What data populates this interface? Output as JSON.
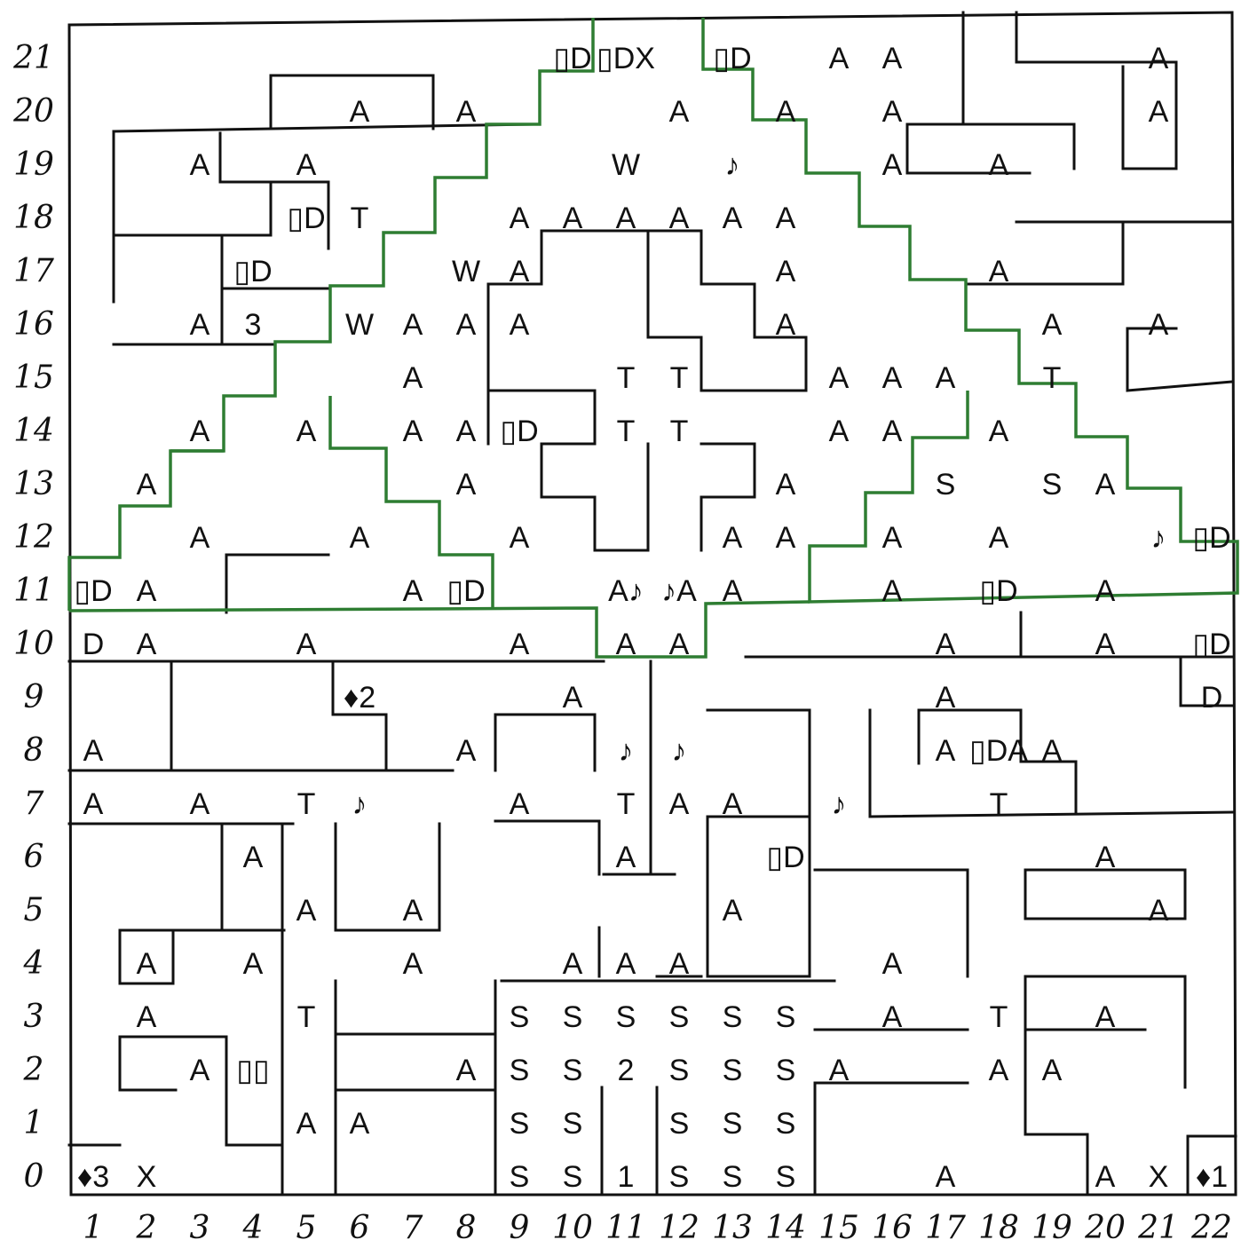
{
  "axes": {
    "rows": [
      "0",
      "1",
      "2",
      "3",
      "4",
      "5",
      "6",
      "7",
      "8",
      "9",
      "10",
      "11",
      "12",
      "13",
      "14",
      "15",
      "16",
      "17",
      "18",
      "19",
      "20",
      "21"
    ],
    "cols": [
      "1",
      "2",
      "3",
      "4",
      "5",
      "6",
      "7",
      "8",
      "9",
      "10",
      "11",
      "12",
      "13",
      "14",
      "15",
      "16",
      "17",
      "18",
      "19",
      "20",
      "21",
      "22"
    ]
  },
  "colors": {
    "ink": "#111111",
    "path": "#2e7d32",
    "paper": "#ffffff"
  },
  "cells": [
    {
      "c": 1,
      "r": 0,
      "t": "♦3"
    },
    {
      "c": 2,
      "r": 0,
      "t": "X"
    },
    {
      "c": 9,
      "r": 0,
      "t": "S"
    },
    {
      "c": 10,
      "r": 0,
      "t": "S"
    },
    {
      "c": 11,
      "r": 0,
      "t": "1"
    },
    {
      "c": 12,
      "r": 0,
      "t": "S"
    },
    {
      "c": 13,
      "r": 0,
      "t": "S"
    },
    {
      "c": 14,
      "r": 0,
      "t": "S"
    },
    {
      "c": 17,
      "r": 0,
      "t": "A"
    },
    {
      "c": 20,
      "r": 0,
      "t": "A"
    },
    {
      "c": 21,
      "r": 0,
      "t": "X"
    },
    {
      "c": 22,
      "r": 0,
      "t": "♦1"
    },
    {
      "c": 5,
      "r": 1,
      "t": "A"
    },
    {
      "c": 6,
      "r": 1,
      "t": "A"
    },
    {
      "c": 9,
      "r": 1,
      "t": "S"
    },
    {
      "c": 10,
      "r": 1,
      "t": "S"
    },
    {
      "c": 12,
      "r": 1,
      "t": "S"
    },
    {
      "c": 13,
      "r": 1,
      "t": "S"
    },
    {
      "c": 14,
      "r": 1,
      "t": "S"
    },
    {
      "c": 3,
      "r": 2,
      "t": "A"
    },
    {
      "c": 4,
      "r": 2,
      "t": "▯▯"
    },
    {
      "c": 8,
      "r": 2,
      "t": "A"
    },
    {
      "c": 9,
      "r": 2,
      "t": "S"
    },
    {
      "c": 10,
      "r": 2,
      "t": "S"
    },
    {
      "c": 11,
      "r": 2,
      "t": "2"
    },
    {
      "c": 12,
      "r": 2,
      "t": "S"
    },
    {
      "c": 13,
      "r": 2,
      "t": "S"
    },
    {
      "c": 14,
      "r": 2,
      "t": "S"
    },
    {
      "c": 15,
      "r": 2,
      "t": "A"
    },
    {
      "c": 18,
      "r": 2,
      "t": "A"
    },
    {
      "c": 19,
      "r": 2,
      "t": "A"
    },
    {
      "c": 2,
      "r": 3,
      "t": "A"
    },
    {
      "c": 5,
      "r": 3,
      "t": "T"
    },
    {
      "c": 9,
      "r": 3,
      "t": "S"
    },
    {
      "c": 10,
      "r": 3,
      "t": "S"
    },
    {
      "c": 11,
      "r": 3,
      "t": "S"
    },
    {
      "c": 12,
      "r": 3,
      "t": "S"
    },
    {
      "c": 13,
      "r": 3,
      "t": "S"
    },
    {
      "c": 14,
      "r": 3,
      "t": "S"
    },
    {
      "c": 16,
      "r": 3,
      "t": "A"
    },
    {
      "c": 18,
      "r": 3,
      "t": "T"
    },
    {
      "c": 20,
      "r": 3,
      "t": "A"
    },
    {
      "c": 2,
      "r": 4,
      "t": "A"
    },
    {
      "c": 4,
      "r": 4,
      "t": "A"
    },
    {
      "c": 7,
      "r": 4,
      "t": "A"
    },
    {
      "c": 10,
      "r": 4,
      "t": "A"
    },
    {
      "c": 11,
      "r": 4,
      "t": "A"
    },
    {
      "c": 12,
      "r": 4,
      "t": "A"
    },
    {
      "c": 16,
      "r": 4,
      "t": "A"
    },
    {
      "c": 5,
      "r": 5,
      "t": "A"
    },
    {
      "c": 7,
      "r": 5,
      "t": "A"
    },
    {
      "c": 13,
      "r": 5,
      "t": "A"
    },
    {
      "c": 21,
      "r": 5,
      "t": "A"
    },
    {
      "c": 4,
      "r": 6,
      "t": "A"
    },
    {
      "c": 11,
      "r": 6,
      "t": "A"
    },
    {
      "c": 14,
      "r": 6,
      "t": "▯D"
    },
    {
      "c": 20,
      "r": 6,
      "t": "A"
    },
    {
      "c": 1,
      "r": 7,
      "t": "A"
    },
    {
      "c": 3,
      "r": 7,
      "t": "A"
    },
    {
      "c": 5,
      "r": 7,
      "t": "T"
    },
    {
      "c": 6,
      "r": 7,
      "t": "♪"
    },
    {
      "c": 9,
      "r": 7,
      "t": "A"
    },
    {
      "c": 11,
      "r": 7,
      "t": "T"
    },
    {
      "c": 12,
      "r": 7,
      "t": "A"
    },
    {
      "c": 13,
      "r": 7,
      "t": "A"
    },
    {
      "c": 15,
      "r": 7,
      "t": "♪"
    },
    {
      "c": 18,
      "r": 7,
      "t": "T"
    },
    {
      "c": 1,
      "r": 8,
      "t": "A"
    },
    {
      "c": 8,
      "r": 8,
      "t": "A"
    },
    {
      "c": 11,
      "r": 8,
      "t": "♪"
    },
    {
      "c": 12,
      "r": 8,
      "t": "♪"
    },
    {
      "c": 17,
      "r": 8,
      "t": "A"
    },
    {
      "c": 18,
      "r": 8,
      "t": "▯DA"
    },
    {
      "c": 19,
      "r": 8,
      "t": "A"
    },
    {
      "c": 6,
      "r": 9,
      "t": "♦2"
    },
    {
      "c": 10,
      "r": 9,
      "t": "A"
    },
    {
      "c": 17,
      "r": 9,
      "t": "A"
    },
    {
      "c": 22,
      "r": 9,
      "t": "D"
    },
    {
      "c": 1,
      "r": 10,
      "t": "D"
    },
    {
      "c": 2,
      "r": 10,
      "t": "A"
    },
    {
      "c": 5,
      "r": 10,
      "t": "A"
    },
    {
      "c": 9,
      "r": 10,
      "t": "A"
    },
    {
      "c": 11,
      "r": 10,
      "t": "A"
    },
    {
      "c": 12,
      "r": 10,
      "t": "A"
    },
    {
      "c": 17,
      "r": 10,
      "t": "A"
    },
    {
      "c": 20,
      "r": 10,
      "t": "A"
    },
    {
      "c": 22,
      "r": 10,
      "t": "▯D"
    },
    {
      "c": 1,
      "r": 11,
      "t": "▯D"
    },
    {
      "c": 2,
      "r": 11,
      "t": "A"
    },
    {
      "c": 7,
      "r": 11,
      "t": "A"
    },
    {
      "c": 8,
      "r": 11,
      "t": "▯D"
    },
    {
      "c": 11,
      "r": 11,
      "t": "A♪"
    },
    {
      "c": 12,
      "r": 11,
      "t": "♪A"
    },
    {
      "c": 13,
      "r": 11,
      "t": "A"
    },
    {
      "c": 16,
      "r": 11,
      "t": "A"
    },
    {
      "c": 18,
      "r": 11,
      "t": "▯D"
    },
    {
      "c": 20,
      "r": 11,
      "t": "A"
    },
    {
      "c": 3,
      "r": 12,
      "t": "A"
    },
    {
      "c": 6,
      "r": 12,
      "t": "A"
    },
    {
      "c": 9,
      "r": 12,
      "t": "A"
    },
    {
      "c": 13,
      "r": 12,
      "t": "A"
    },
    {
      "c": 14,
      "r": 12,
      "t": "A"
    },
    {
      "c": 16,
      "r": 12,
      "t": "A"
    },
    {
      "c": 18,
      "r": 12,
      "t": "A"
    },
    {
      "c": 21,
      "r": 12,
      "t": "♪"
    },
    {
      "c": 22,
      "r": 12,
      "t": "▯D"
    },
    {
      "c": 2,
      "r": 13,
      "t": "A"
    },
    {
      "c": 8,
      "r": 13,
      "t": "A"
    },
    {
      "c": 14,
      "r": 13,
      "t": "A"
    },
    {
      "c": 17,
      "r": 13,
      "t": "S"
    },
    {
      "c": 19,
      "r": 13,
      "t": "S"
    },
    {
      "c": 20,
      "r": 13,
      "t": "A"
    },
    {
      "c": 3,
      "r": 14,
      "t": "A"
    },
    {
      "c": 5,
      "r": 14,
      "t": "A"
    },
    {
      "c": 7,
      "r": 14,
      "t": "A"
    },
    {
      "c": 8,
      "r": 14,
      "t": "A"
    },
    {
      "c": 9,
      "r": 14,
      "t": "▯D"
    },
    {
      "c": 11,
      "r": 14,
      "t": "T"
    },
    {
      "c": 12,
      "r": 14,
      "t": "T"
    },
    {
      "c": 15,
      "r": 14,
      "t": "A"
    },
    {
      "c": 16,
      "r": 14,
      "t": "A"
    },
    {
      "c": 18,
      "r": 14,
      "t": "A"
    },
    {
      "c": 7,
      "r": 15,
      "t": "A"
    },
    {
      "c": 11,
      "r": 15,
      "t": "T"
    },
    {
      "c": 12,
      "r": 15,
      "t": "T"
    },
    {
      "c": 15,
      "r": 15,
      "t": "A"
    },
    {
      "c": 16,
      "r": 15,
      "t": "A"
    },
    {
      "c": 17,
      "r": 15,
      "t": "A"
    },
    {
      "c": 19,
      "r": 15,
      "t": "T"
    },
    {
      "c": 3,
      "r": 16,
      "t": "A"
    },
    {
      "c": 4,
      "r": 16,
      "t": "3"
    },
    {
      "c": 6,
      "r": 16,
      "t": "W"
    },
    {
      "c": 7,
      "r": 16,
      "t": "A"
    },
    {
      "c": 8,
      "r": 16,
      "t": "A"
    },
    {
      "c": 9,
      "r": 16,
      "t": "A"
    },
    {
      "c": 14,
      "r": 16,
      "t": "A"
    },
    {
      "c": 19,
      "r": 16,
      "t": "A"
    },
    {
      "c": 21,
      "r": 16,
      "t": "A"
    },
    {
      "c": 4,
      "r": 17,
      "t": "▯D"
    },
    {
      "c": 8,
      "r": 17,
      "t": "W"
    },
    {
      "c": 9,
      "r": 17,
      "t": "A"
    },
    {
      "c": 14,
      "r": 17,
      "t": "A"
    },
    {
      "c": 18,
      "r": 17,
      "t": "A"
    },
    {
      "c": 5,
      "r": 18,
      "t": "▯D"
    },
    {
      "c": 6,
      "r": 18,
      "t": "T"
    },
    {
      "c": 9,
      "r": 18,
      "t": "A"
    },
    {
      "c": 10,
      "r": 18,
      "t": "A"
    },
    {
      "c": 11,
      "r": 18,
      "t": "A"
    },
    {
      "c": 12,
      "r": 18,
      "t": "A"
    },
    {
      "c": 13,
      "r": 18,
      "t": "A"
    },
    {
      "c": 14,
      "r": 18,
      "t": "A"
    },
    {
      "c": 3,
      "r": 19,
      "t": "A"
    },
    {
      "c": 5,
      "r": 19,
      "t": "A"
    },
    {
      "c": 11,
      "r": 19,
      "t": "W"
    },
    {
      "c": 13,
      "r": 19,
      "t": "♪"
    },
    {
      "c": 16,
      "r": 19,
      "t": "A"
    },
    {
      "c": 18,
      "r": 19,
      "t": "A"
    },
    {
      "c": 6,
      "r": 20,
      "t": "A"
    },
    {
      "c": 8,
      "r": 20,
      "t": "A"
    },
    {
      "c": 12,
      "r": 20,
      "t": "A"
    },
    {
      "c": 14,
      "r": 20,
      "t": "A"
    },
    {
      "c": 16,
      "r": 20,
      "t": "A"
    },
    {
      "c": 21,
      "r": 20,
      "t": "A"
    },
    {
      "c": 10,
      "r": 21,
      "t": "▯D"
    },
    {
      "c": 11,
      "r": 21,
      "t": "▯DX"
    },
    {
      "c": 13,
      "r": 21,
      "t": "▯D"
    },
    {
      "c": 15,
      "r": 21,
      "t": "A"
    },
    {
      "c": 16,
      "r": 21,
      "t": "A"
    },
    {
      "c": 21,
      "r": 21,
      "t": "A"
    }
  ]
}
